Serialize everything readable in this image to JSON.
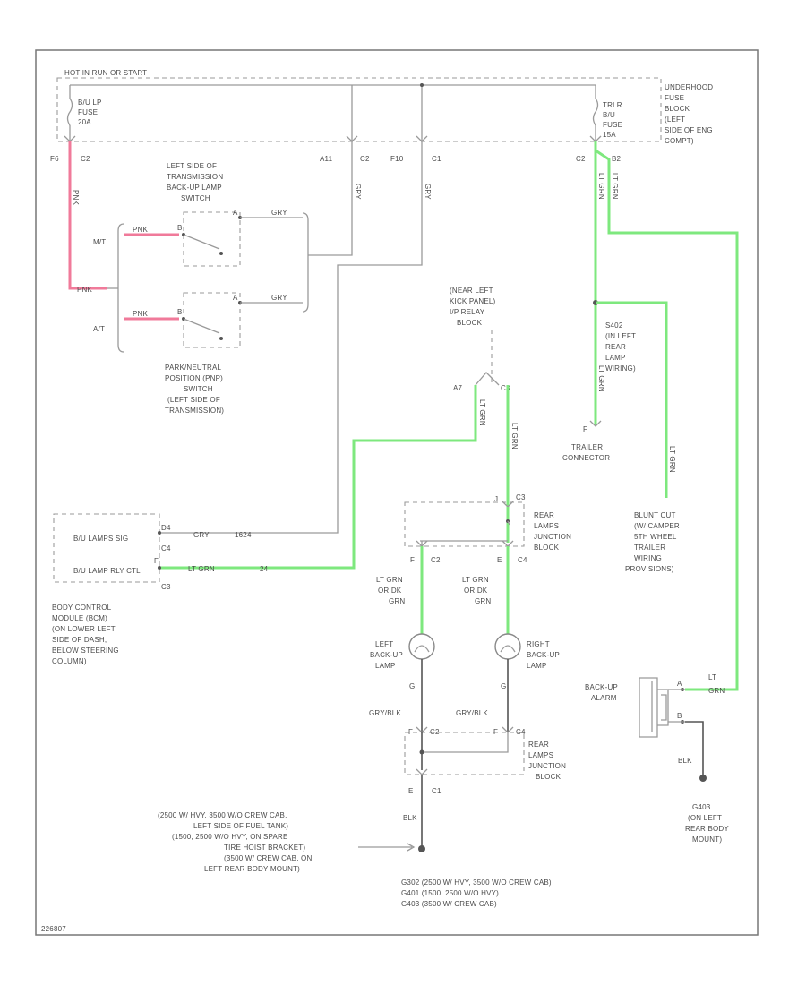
{
  "fuse_block": {
    "header": "HOT IN RUN OR START",
    "fuse_left_lines": [
      "B/U LP",
      "FUSE",
      "20A"
    ],
    "fuse_right_lines": [
      "TRLR",
      "B/U",
      "FUSE",
      "15A"
    ],
    "location_lines": [
      "UNDERHOOD",
      "FUSE",
      "BLOCK",
      "(LEFT",
      "SIDE OF ENG",
      "COMPT)"
    ],
    "pins": {
      "f6": "F6",
      "c2a": "C2",
      "a11": "A11",
      "c2b": "C2",
      "f10": "F10",
      "c1": "C1",
      "c2c": "C2",
      "b2": "B2"
    }
  },
  "wires": {
    "pink1": "PNK",
    "pink_join": "PNK",
    "pink_mt": "PNK",
    "pink_at": "PNK",
    "grey1": "GRY",
    "grey2": "GRY",
    "grey_sw1": "GRY",
    "grey_sw2": "GRY",
    "ltgrn_trailer1": "LT GRN",
    "ltgrn_trailer2": "LT GRN",
    "ltgrn_relay1": "LT GRN",
    "ltgrn_relay2": "LT GRN",
    "ltgrn_splice": "LT GRN",
    "ltgrn_blunt": "LT GRN",
    "bcm_grey": "GRY",
    "bcm_grey_num": "1624",
    "bcm_green": "LT GRN",
    "bcm_green_num": "24",
    "alarm_lt": "LT",
    "alarm_grn": "GRN",
    "blk_alarm": "BLK",
    "blk_main": "BLK",
    "grey_blk_left": "GRY/BLK",
    "grey_blk_right": "GRY/BLK",
    "left_lamp_feed_lines": [
      "LT GRN",
      "OR DK",
      "GRN"
    ],
    "right_lamp_feed_lines": [
      "LT GRN",
      "OR DK",
      "GRN"
    ],
    "g_left": "G",
    "g_right": "G"
  },
  "switches": {
    "mt_label": "M/T",
    "at_label": "A/T",
    "backup_label_lines": [
      "LEFT SIDE OF",
      "TRANSMISSION",
      "BACK-UP LAMP",
      "SWITCH"
    ],
    "pnp_label_lines": [
      "PARK/NEUTRAL",
      "POSITION (PNP)",
      "SWITCH",
      "(LEFT SIDE OF",
      "TRANSMISSION)"
    ],
    "pin_mt_a": "A",
    "pin_mt_b": "B",
    "pin_at_a": "A",
    "pin_at_b": "B"
  },
  "relay_block": {
    "label_lines": [
      "(NEAR LEFT",
      "KICK PANEL)",
      "I/P RELAY",
      "BLOCK"
    ],
    "pin_left": "A7",
    "pin_right": "C3"
  },
  "splice": {
    "label_lines": [
      "S402",
      "(IN LEFT",
      "REAR",
      "LAMP",
      "WIRING)"
    ]
  },
  "trailer": {
    "label_lines": [
      "TRAILER",
      "CONNECTOR"
    ],
    "pin": "F"
  },
  "blunt_cut": {
    "label_lines": [
      "BLUNT CUT",
      "(W/ CAMPER",
      "5TH WHEEL",
      "TRAILER",
      "WIRING",
      "PROVISIONS)"
    ]
  },
  "rear_block_top": {
    "label_lines": [
      "REAR",
      "LAMPS",
      "JUNCTION",
      "BLOCK"
    ],
    "pin_top": "C3",
    "pin_top_letter": "J",
    "pin_f": "F",
    "pin_e": "E",
    "conn_left": "C2",
    "conn_right": "C4"
  },
  "bcm": {
    "label_lines": [
      "BODY CONTROL",
      "MODULE (BCM)",
      "(ON LOWER LEFT",
      "SIDE OF DASH,",
      "BELOW STEERING",
      "COLUMN)"
    ],
    "row1": "B/U LAMPS SIG",
    "row2": "B/U LAMP RLY CTL",
    "pin1": "D4",
    "conn1": "C4",
    "pin2": "F",
    "conn2": "C3"
  },
  "lamps": {
    "left_label_lines": [
      "LEFT",
      "BACK-UP",
      "LAMP"
    ],
    "right_label_lines": [
      "RIGHT",
      "BACK-UP",
      "LAMP"
    ]
  },
  "alarm": {
    "label_lines": [
      "BACK-UP",
      "ALARM"
    ],
    "pin_a": "A",
    "pin_b": "B"
  },
  "rear_block_bottom": {
    "label_lines": [
      "REAR",
      "LAMPS",
      "JUNCTION",
      "BLOCK"
    ],
    "pin_c2": "C2",
    "pin_c2_letter": "F",
    "pin_c4": "C4",
    "pin_c4_letter": "F",
    "pin_e": "E",
    "conn_c1": "C1"
  },
  "ground_notes": {
    "left_lines": [
      "(2500 W/ HVY, 3500 W/O CREW CAB,",
      "LEFT SIDE OF FUEL TANK)",
      "(1500, 2500 W/O HVY, ON SPARE",
      "TIRE HOIST BRACKET)",
      "(3500 W/ CREW CAB, ON",
      "LEFT REAR BODY MOUNT)"
    ],
    "bottom_lines": [
      "G302 (2500 W/ HVY, 3500 W/O CREW CAB)",
      "G401 (1500, 2500 W/O HVY)",
      "G403 (3500 W/ CREW CAB)"
    ],
    "right_lines": [
      "G403",
      "(ON LEFT",
      "REAR BODY",
      "MOUNT)"
    ]
  },
  "footer_id": "226807"
}
